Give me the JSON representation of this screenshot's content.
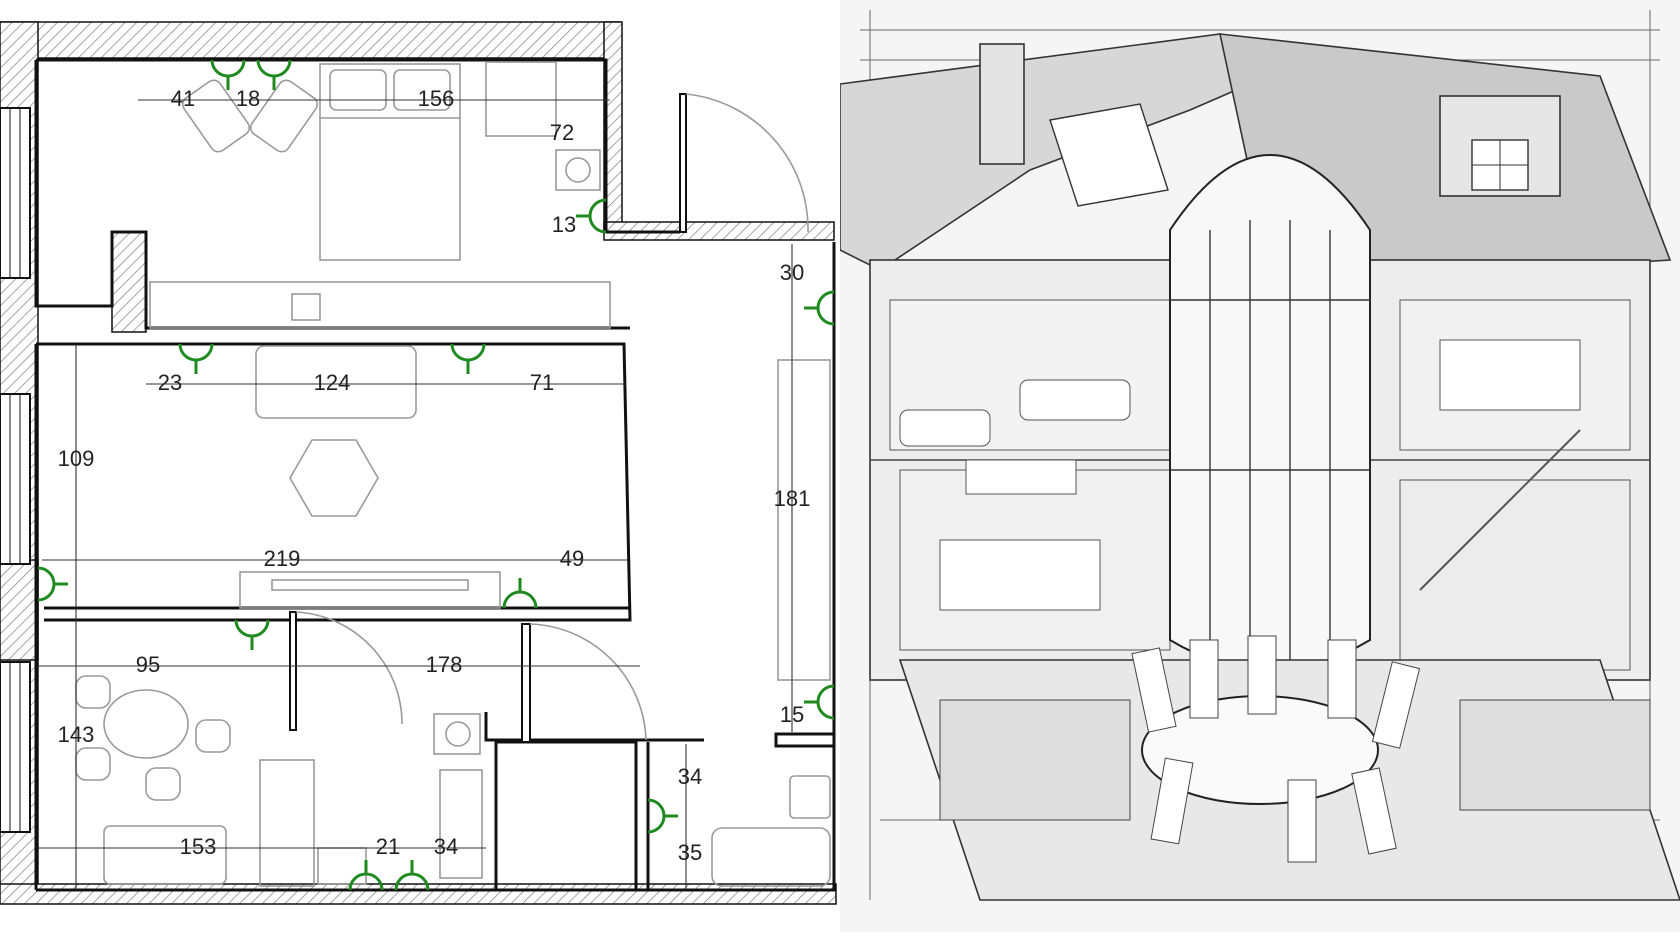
{
  "floor_plan": {
    "dimensions": {
      "bedroom": [
        "41",
        "18",
        "156",
        "72",
        "13"
      ],
      "hall": [
        "30",
        "181",
        "15"
      ],
      "living": [
        "23",
        "124",
        "71",
        "109",
        "219",
        "49"
      ],
      "dining": [
        "95",
        "178",
        "143",
        "153",
        "21",
        "34"
      ],
      "bath": [
        "34",
        "35"
      ]
    }
  },
  "render": {
    "style": "pencil-sketch isometric cutaway house"
  },
  "colors": {
    "wall": "#111111",
    "socket": "#1f8a1f",
    "furniture": "#9a9a9a",
    "sketch": "#333333"
  }
}
